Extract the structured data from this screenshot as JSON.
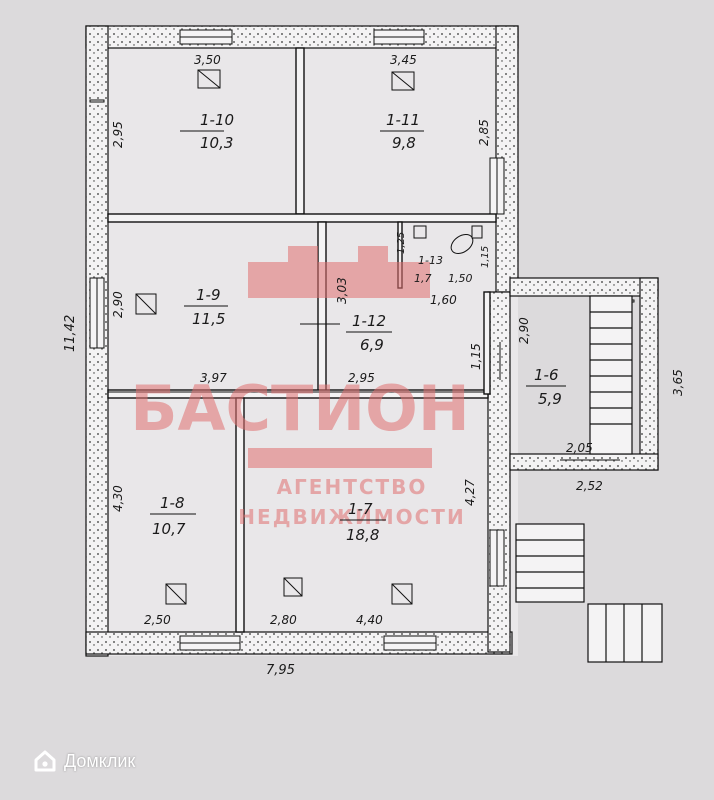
{
  "rooms": [
    {
      "id": "1-10",
      "area": "10,3"
    },
    {
      "id": "1-11",
      "area": "9,8"
    },
    {
      "id": "1-9",
      "area": "11,5"
    },
    {
      "id": "1-12",
      "area": "6,9"
    },
    {
      "id": "1-13",
      "area": "1,7"
    },
    {
      "id": "1-8",
      "area": "10,7"
    },
    {
      "id": "1-7",
      "area": "18,8"
    },
    {
      "id": "1-6",
      "area": "5,9"
    }
  ],
  "dimensions": {
    "d_350": "3,50",
    "d_345": "3,45",
    "d_295": "2,95",
    "d_285": "2,85",
    "d_1142": "11,42",
    "d_290": "2,90",
    "d_303": "3,03",
    "d_125": "1,25",
    "d_150": "1,50",
    "d_160": "1,60",
    "d_115a": "1,15",
    "d_290b": "2,90",
    "d_365": "3,65",
    "d_397": "3,97",
    "d_295b": "2,95",
    "d_115b": "1,15",
    "d_205": "2,05",
    "d_252": "2,52",
    "d_430": "4,30",
    "d_427": "4,27",
    "d_250": "2,50",
    "d_280": "2,80",
    "d_440": "4,40",
    "d_795": "7,95"
  },
  "watermark": {
    "name": "БАСТИОН",
    "line1": "АГЕНТСТВО",
    "line2": "НЕДВИЖИМОСТИ",
    "color": "#e07070"
  },
  "brand": {
    "label": "Домклик",
    "icon": "house-logo-icon"
  }
}
